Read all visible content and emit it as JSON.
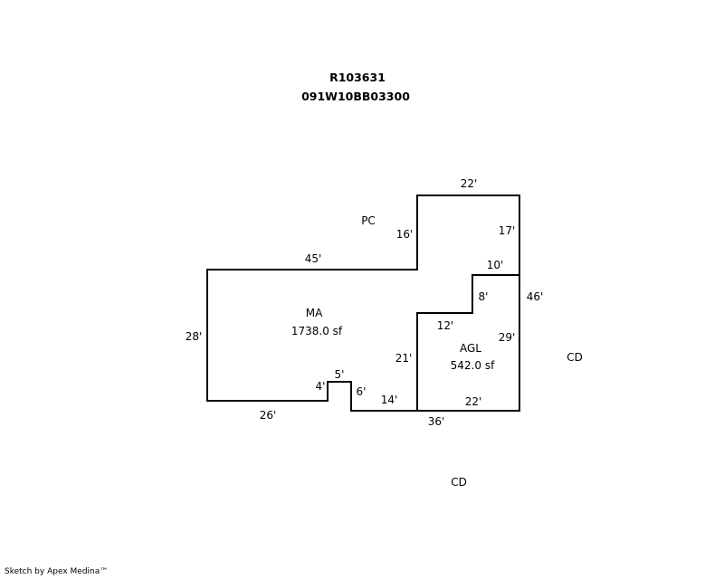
{
  "header": {
    "parcel_id": "R103631",
    "map_number": "091W10BB03300"
  },
  "areas": [
    {
      "code": "MA",
      "area": "1738.0 sf"
    },
    {
      "code": "AGL",
      "area": "542.0 sf"
    }
  ],
  "labels": {
    "pc": "PC",
    "cd_right": "CD",
    "cd_bottom": "CD"
  },
  "dimensions": {
    "top_22": "22'",
    "left_16": "16'",
    "right_17": "17'",
    "top_45": "45'",
    "step_10": "10'",
    "right_46": "46'",
    "step_8": "8'",
    "left_28": "28'",
    "step_12": "12'",
    "right_29": "29'",
    "inner_21": "21'",
    "notch_5": "5'",
    "notch_4": "4'",
    "notch_6": "6'",
    "bottom_14": "14'",
    "bottom_22": "22'",
    "bottom_26": "26'",
    "bottom_36": "36'"
  },
  "footer": "Sketch by Apex Medina™"
}
